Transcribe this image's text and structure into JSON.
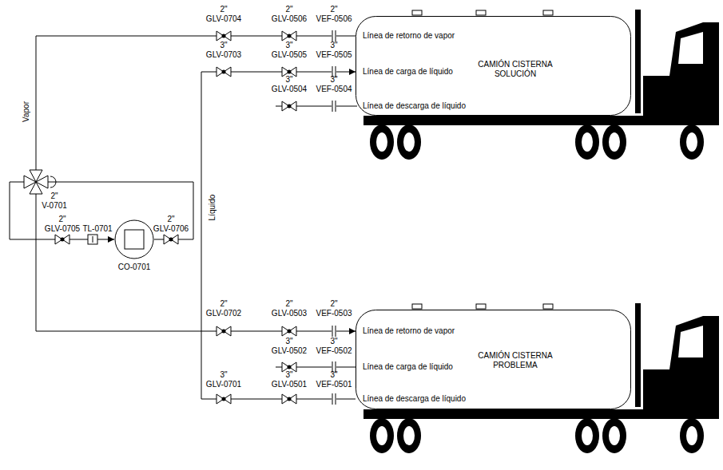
{
  "diagram": {
    "nodes": [
      {
        "text": [
          "CAMIÓN CISTERNA SOLUCIÓN",
          "Línea de retorno de vapor",
          "Línea de carga de líquido",
          "Línea de descarga de líquido"
        ]
      },
      {
        "text": [
          "CO-0701"
        ]
      },
      {
        "text": [
          "CAMIÓN CISTERNA PROBLEMA",
          "Línea de retorno de vapor",
          "Línea de carga de líquido",
          "Línea de descarga de líquido"
        ]
      }
    ],
    "edges": [
      {
        "from": 0,
        "to": 1,
        "arrow": "to",
        "label": "Vapor"
      },
      {
        "from": 1,
        "to": 2,
        "arrow": "to"
      },
      {
        "from": 2,
        "to": 0,
        "arrow": "to",
        "label": "Líquido"
      }
    ],
    "labels": [
      "2\"",
      "GLV-0704",
      "2\"",
      "GLV-0506",
      "2\"",
      "VEF-0506",
      "3\"",
      "GLV-0703",
      "3\"",
      "GLV-0505",
      "3\"",
      "VEF-0505",
      "3\"",
      "GLV-0504",
      "3\"",
      "VEF-0504",
      "2\"",
      "V-0701",
      "2\"",
      "GLV-0705",
      "TL-0701",
      "2\"",
      "GLV-0706",
      "2\"",
      "GLV-0702",
      "2\"",
      "GLV-0503",
      "2\"",
      "VEF-0503",
      "3\"",
      "GLV-0502",
      "3\"",
      "VEF-0502",
      "3\"",
      "GLV-0701",
      "3\"",
      "GLV-0501",
      "3\"",
      "VEF-0501"
    ]
  }
}
